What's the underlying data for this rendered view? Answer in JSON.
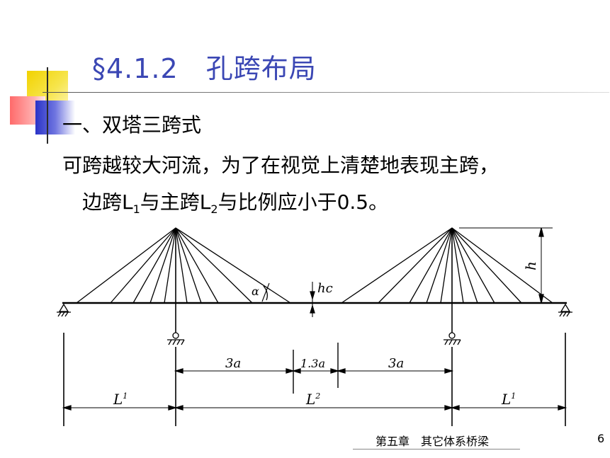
{
  "slide": {
    "title": "§4.1.2　孔跨布局",
    "subtitle": "一、双塔三跨式",
    "para1": "可跨越较大河流，为了在视觉上清楚地表现主跨，",
    "para2": {
      "t1": "边跨L",
      "s1": "1",
      "t2": "与主跨L",
      "s2": "2",
      "t3": "与比例应小于0.5。"
    }
  },
  "diagram": {
    "labels": {
      "alpha": "α",
      "hc": "hc",
      "h": "h",
      "dim_left": "3a",
      "dim_mid": "1.3a",
      "dim_right": "3a",
      "L1_left": "L",
      "L1_left_sub": "1",
      "L2": "L",
      "L2_sub": "2",
      "L1_right": "L",
      "L1_right_sub": "1"
    },
    "colors": {
      "line": "#000000"
    }
  },
  "footer": {
    "chapter": "第五章　其它体系桥梁",
    "page_number": "6"
  }
}
